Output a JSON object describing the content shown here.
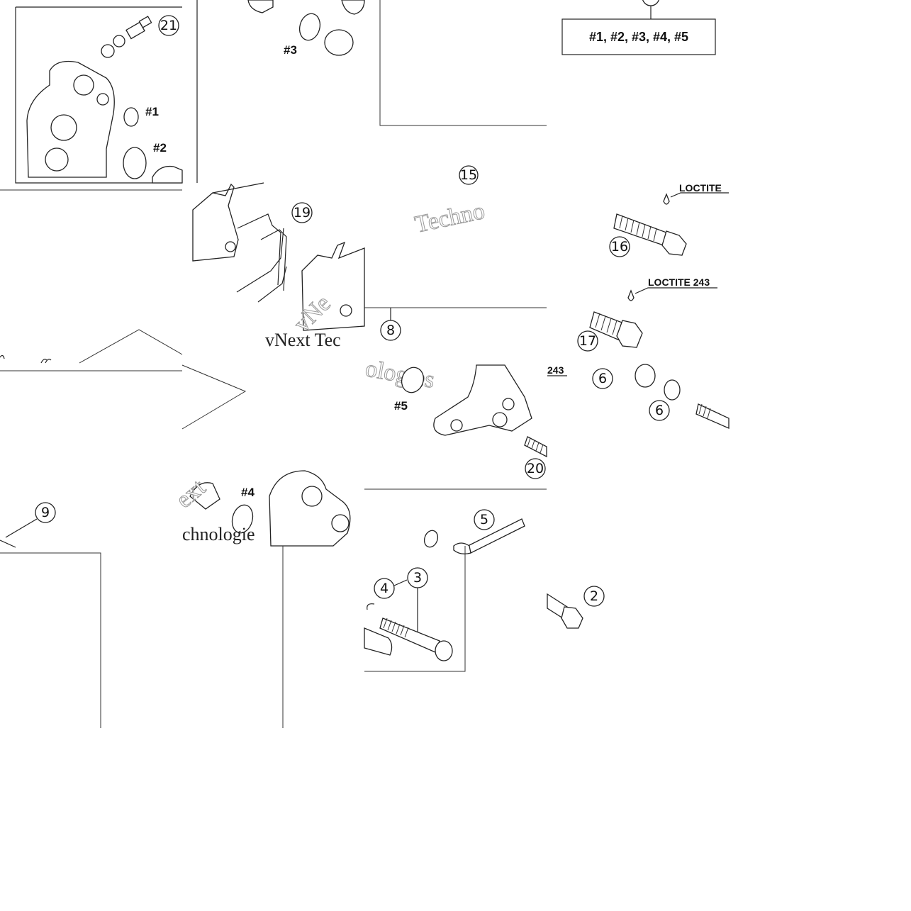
{
  "callouts": {
    "c2": "2",
    "c3": "3",
    "c4": "4",
    "c5": "5",
    "c6a": "6",
    "c6b": "6",
    "c8": "8",
    "c9": "9",
    "c15": "15",
    "c16": "16",
    "c17": "17",
    "c19": "19",
    "c20": "20",
    "c21": "21"
  },
  "refs": {
    "r1": "#1",
    "r2": "#2",
    "r3": "#3",
    "r4": "#4",
    "r5": "#5"
  },
  "kit_box": "#1, #2, #3, #4, #5",
  "loctite": {
    "a": "LOCTITE",
    "b": "LOCTITE 243",
    "c": "243"
  },
  "watermark": {
    "a": "Techno",
    "b": "vNext Tec",
    "c": "ologies",
    "d": "chnologie",
    "e": "ext",
    "f": "vNe"
  }
}
